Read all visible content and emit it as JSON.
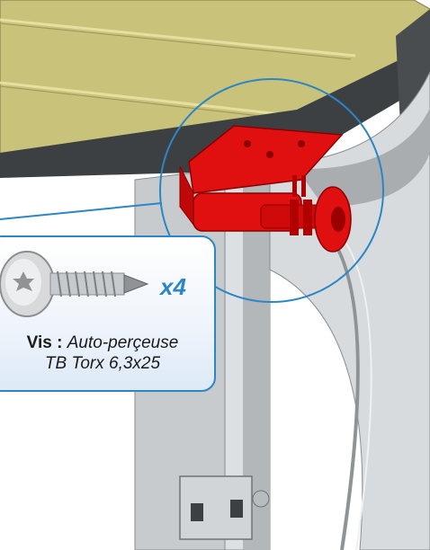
{
  "screw_callout": {
    "quantity": "x4",
    "label": "Vis :",
    "type": "Auto-perçeuse",
    "spec": "TB Torx 6,3x25"
  },
  "colors": {
    "highlight_part": "#e01010",
    "callout_border": "#2b86c5",
    "panel": "#c9c27a",
    "frame": "#3a3d40",
    "rail": "#c8cbcd"
  },
  "icons": [
    "torx-screw-icon"
  ]
}
